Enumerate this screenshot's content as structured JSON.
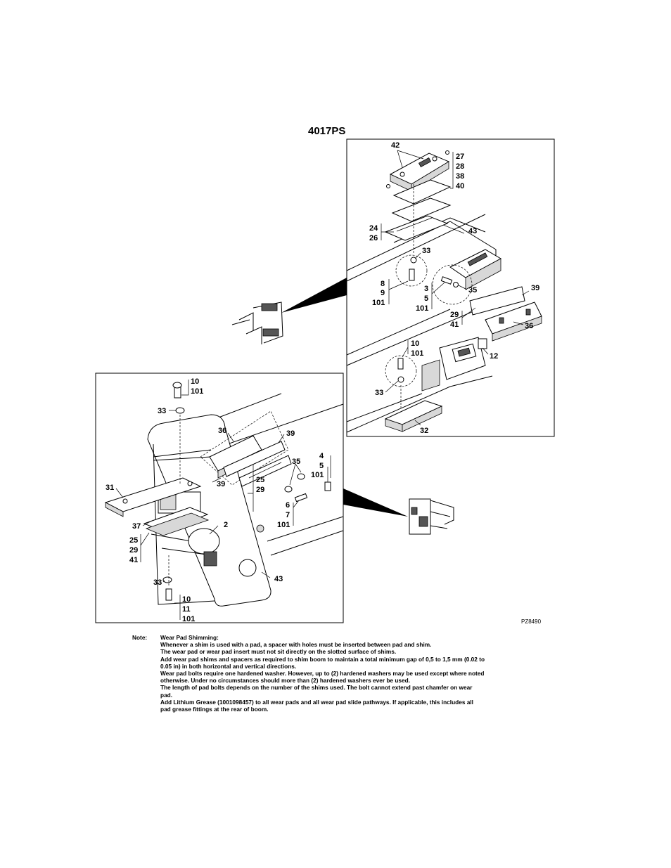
{
  "title": "4017PS",
  "figure_ref": "PZ8490",
  "callouts": {
    "upper": {
      "c42": "42",
      "c27": "27",
      "c28": "28",
      "c38": "38",
      "c40": "40",
      "c24": "24",
      "c26": "26",
      "c43": "43",
      "c33a": "33",
      "c8": "8",
      "c9": "9",
      "c101a": "101",
      "c3": "3",
      "c5": "5",
      "c101b": "101",
      "c35": "35",
      "c39": "39",
      "c29": "29",
      "c41": "41",
      "c36": "36",
      "c12": "12",
      "c10": "10",
      "c101c": "101",
      "c33b": "33",
      "c32": "32"
    },
    "lower": {
      "c10a": "10",
      "c101a": "101",
      "c33a": "33",
      "c36": "36",
      "c39a": "39",
      "c35": "35",
      "c4": "4",
      "c5": "5",
      "c101b": "101",
      "c31": "31",
      "c39b": "39",
      "c25a": "25",
      "c29a": "29",
      "c6": "6",
      "c7": "7",
      "c101c": "101",
      "c37": "37",
      "c2": "2",
      "c25b": "25",
      "c29b": "29",
      "c41": "41",
      "c33b": "33",
      "c43": "43",
      "c10b": "10",
      "c11": "11",
      "c101d": "101"
    }
  },
  "note": {
    "label": "Note:",
    "lines": [
      "Wear Pad Shimming:",
      "Whenever a shim is used with a pad, a spacer with holes must be inserted between pad and shim.",
      "The wear pad or wear pad insert must not sit directly on the slotted surface of shims.",
      "Add wear pad shims and spacers as required to shim boom to maintain a total minimum gap of 0,5 to 1,5 mm (0.02 to",
      "0.05 in) in both horizontal and vertical directions.",
      "Wear pad bolts require one hardened washer. However, up to (2) hardened washers may be used except where noted",
      "otherwise. Under no circumstances should more than (2) hardened washers ever be used.",
      "The length of pad bolts depends on the number of the shims used. The bolt cannot extend past chamfer on wear",
      "pad.",
      "Add Lithium Grease (1001098457) to all wear pads and all wear pad slide pathways. If applicable, this includes all",
      "pad grease fittings at the rear of boom."
    ]
  }
}
